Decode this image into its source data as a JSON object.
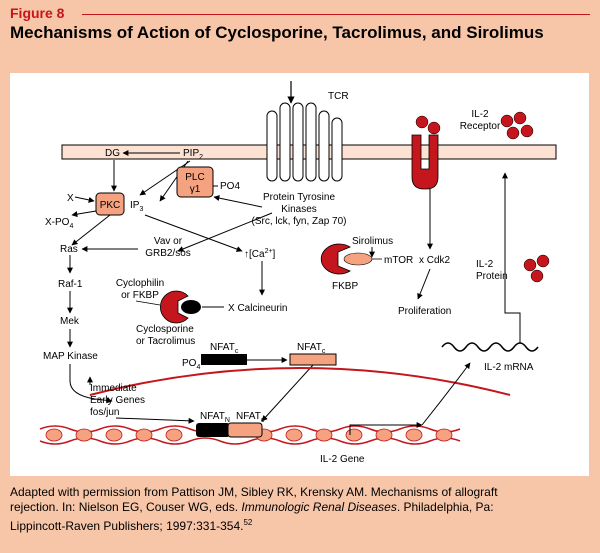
{
  "figure": {
    "label": "Figure 8",
    "title": "Mechanisms of Action of Cyclosporine, Tacrolimus, and Sirolimus"
  },
  "diagram": {
    "tcr": "TCR",
    "il2_receptor": [
      "IL-2",
      "Receptor"
    ],
    "dg": "DG",
    "pip2": "PIP",
    "pip2_sub": "2",
    "x_top": "X",
    "pkc": "PKC",
    "x_po4": "X-PO",
    "x_po4_sub": "4",
    "ip3": "IP",
    "ip3_sub": "3",
    "plc": [
      "PLC",
      "γ1"
    ],
    "po4_plc": "PO4",
    "ptk": [
      "Protein Tyrosine",
      "Kinases",
      "(Src, lck, fyn, Zap 70)"
    ],
    "ras": "Ras",
    "vav": [
      "Vav or",
      "GRB2/sos"
    ],
    "ca": "↑[Ca",
    "ca_sup": "2+",
    "ca_close": "]",
    "raf": "Raf-1",
    "cyclophilin": [
      "Cyclophilin",
      "or FKBP"
    ],
    "x_calcineurin": "X Calcineurin",
    "cyclosporine": [
      "Cyclosporine",
      "or Tacrolimus"
    ],
    "mek": "Mek",
    "map_kinase": "MAP Kinase",
    "po4_nfat": "PO",
    "po4_nfat_sub": "4",
    "nfatc": "NFAT",
    "nfatc_sub": "c",
    "nfatn": "NFAT",
    "nfatn_sub": "N",
    "immediate": [
      "Immediate",
      "Early Genes",
      "fos/jun"
    ],
    "il2_gene": "IL-2 Gene",
    "il2_mrna": "IL-2 mRNA",
    "il2_protein": [
      "IL-2",
      "Protein"
    ],
    "sirolimus": "Sirolimus",
    "fkbp": "FKBP",
    "mtor": "mTOR",
    "x_cdk2": "x Cdk2",
    "proliferation": "Proliferation"
  },
  "credit": {
    "line1": "Adapted with permission from Pattison JM, Sibley RK, Krensky AM. Mechanisms of allograft",
    "line2_pre": "rejection. In: Nielson EG, Couser WG, eds. ",
    "line2_italic": "Immunologic Renal Diseases",
    "line2_post": ". Philadelphia, Pa:",
    "line3": "Lippincott-Raven Publishers; 1997:331-354.",
    "line3_sup": "52"
  },
  "colors": {
    "background": "#f7c6a8",
    "accent_red": "#c4161c",
    "salmon": "#f4a27f",
    "membrane": "#fde2d3"
  }
}
